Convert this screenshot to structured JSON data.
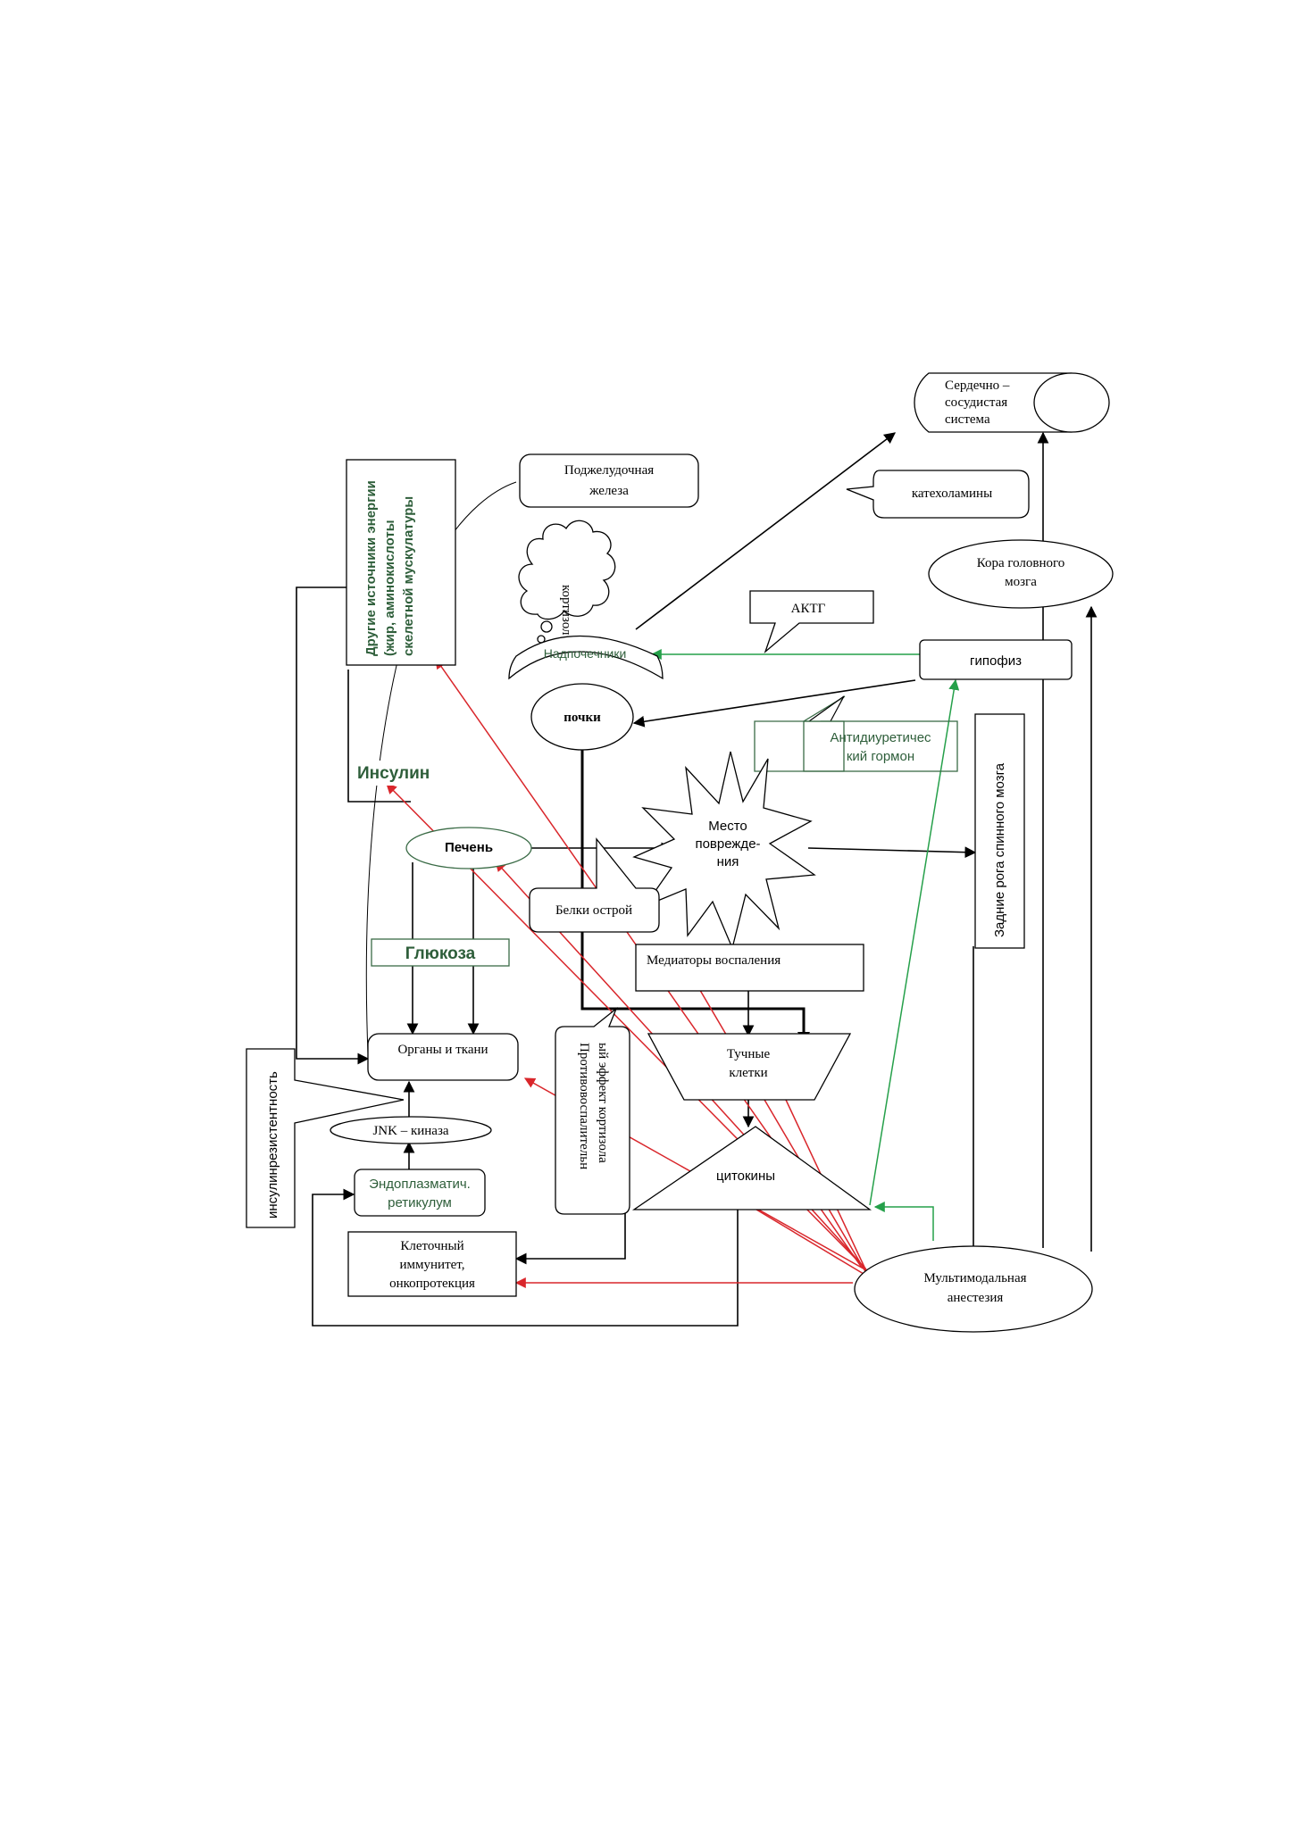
{
  "nodes": {
    "heart": [
      "Сердечно –",
      "сосудистая",
      "система"
    ],
    "pancreas": [
      "Поджелудочная",
      "железа"
    ],
    "catecholamines": "катехоламины",
    "other_energy": [
      "Другие источники энергии",
      "(жир, аминокислоты",
      "скелетной мускулатуры"
    ],
    "cortisol": "кортизол",
    "brain_cortex": [
      "Кора головного",
      "мозга"
    ],
    "acth": "АКТГ",
    "adrenal": "Надпочечники",
    "hypophysis": "гипофиз",
    "kidneys": "почки",
    "adh": [
      "Антидиуретичес",
      "кий гормон"
    ],
    "insulin": "Инсулин",
    "injury_site": [
      "Место",
      "поврежде-",
      "ния"
    ],
    "spinal_horns": "Задние рога спинного мозга",
    "liver": "Печень",
    "acute_proteins": "Белки острой",
    "glucose": "Глюкоза",
    "inflammation_mediators": "Медиаторы воспаления",
    "organs": "Органы и ткани",
    "mast_cells": [
      "Тучные",
      "клетки"
    ],
    "anti_inflammatory": [
      "Противовоспалительн",
      "ый эффект кортизола"
    ],
    "insulin_resistance": "инсулинрезистентность",
    "jnk": "JNK – киназа",
    "cytokines": "цитокины",
    "er": [
      "Эндоплазматич.",
      "ретикулум"
    ],
    "cell_immunity": [
      "Клеточный",
      "иммунитет,",
      "онкопротекция"
    ],
    "anesthesia": [
      "Мультимодальная",
      "анестезия"
    ]
  },
  "colors": {
    "black_arrows": "#000000",
    "red_arrows": "#d9262b",
    "green_arrows": "#25a04a",
    "green_text": "#2e5e3a"
  }
}
